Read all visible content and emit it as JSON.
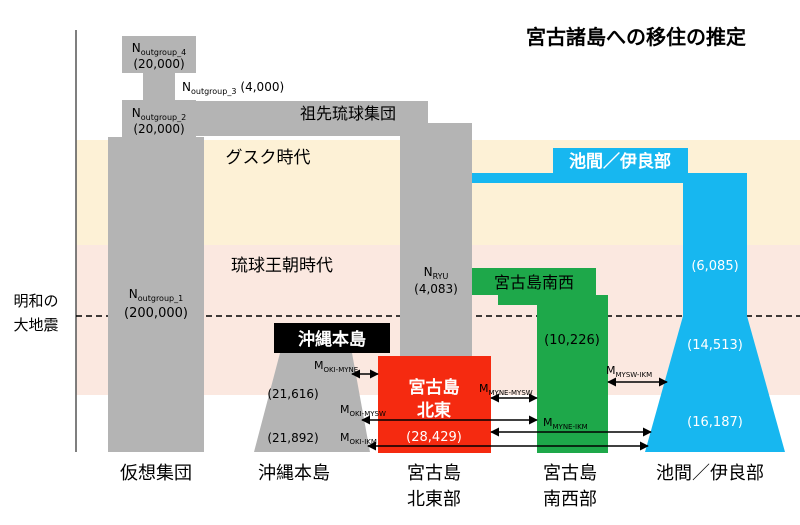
{
  "title": "宮古諸島への移住の推定",
  "periods": {
    "gusuku": "グスク時代",
    "ryukyu_kingdom": "琉球王朝時代"
  },
  "event": {
    "line1": "明和の",
    "line2": "大地震"
  },
  "populations": {
    "outgroup_4": {
      "sym": "N",
      "sub": "outgroup_4",
      "size": "(20,000)"
    },
    "outgroup_3": {
      "sym": "N",
      "sub": "outgroup_3",
      "size": "(4,000)"
    },
    "outgroup_2": {
      "sym": "N",
      "sub": "outgroup_2",
      "size": "(20,000)"
    },
    "outgroup_1": {
      "sym": "N",
      "sub": "outgroup_1",
      "size": "(200,000)"
    },
    "ancestral": "祖先琉球集団",
    "ryu": {
      "sym": "N",
      "sub": "RYU",
      "size": "(4,083)"
    },
    "okinawa": {
      "label": "沖縄本島",
      "size_top": "(21,616)",
      "size_bottom": "(21,892)"
    },
    "miyako_ne": {
      "label_line1": "宮古島",
      "label_line2": "北東",
      "size": "(28,429)"
    },
    "miyako_sw": {
      "label": "宮古島南西",
      "size": "(10,226)"
    },
    "ikema": {
      "label": "池間／伊良部",
      "size_1": "(6,085)",
      "size_2": "(14,513)",
      "size_3": "(16,187)"
    }
  },
  "migrations": {
    "oki_myne": {
      "sym": "M",
      "sub": "OKI-MYNE"
    },
    "oki_mysw": {
      "sym": "M",
      "sub": "OKI-MYSW"
    },
    "oki_ikm": {
      "sym": "M",
      "sub": "OKI-IKM"
    },
    "myne_mysw": {
      "sym": "M",
      "sub": "MYNE-MYSW"
    },
    "myne_ikm": {
      "sym": "M",
      "sub": "MYNE-IKM"
    },
    "mysw_ikm": {
      "sym": "M",
      "sub": "MYSW-IKM"
    }
  },
  "bottom_labels": {
    "virtual": "仮想集団",
    "okinawa": "沖縄本島",
    "miyako_ne_1": "宮古島",
    "miyako_ne_2": "北東部",
    "miyako_sw_1": "宮古島",
    "miyako_sw_2": "南西部",
    "ikema": "池間／伊良部"
  },
  "colors": {
    "gusuku_band": "#fdf1d6",
    "kingdom_band": "#fbe8e0",
    "gray_population": "#b4b4b4",
    "okinawa_label_bg": "#000000",
    "miyako_ne": "#f52a10",
    "miyako_sw": "#1ea84a",
    "ikema": "#17b7f0"
  }
}
